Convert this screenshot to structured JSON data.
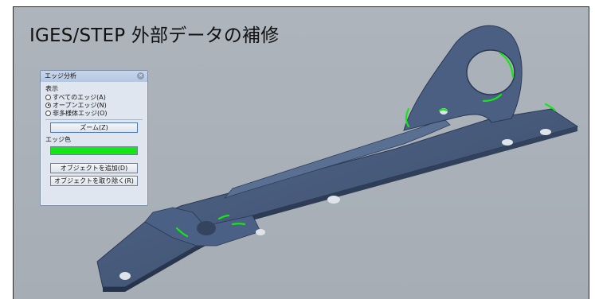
{
  "slide_title": "IGES/STEP 外部データの補修",
  "panel": {
    "title": "エッジ分析",
    "display_label": "表示",
    "options": [
      {
        "label": "すべてのエッジ(A)",
        "selected": false
      },
      {
        "label": "オープンエッジ(N)",
        "selected": true
      },
      {
        "label": "非多様体エッジ(O)",
        "selected": false
      }
    ],
    "zoom_button": "ズーム(Z)",
    "edge_color_label": "エッジ色",
    "edge_color": "#14e814",
    "add_object_button": "オブジェクトを追加(D)",
    "remove_object_button": "オブジェクトを取り除く(R)"
  },
  "colors": {
    "viewport_bg": "#aab1b9",
    "model_fill": "#3f5170",
    "highlight_edge": "#14e814"
  }
}
